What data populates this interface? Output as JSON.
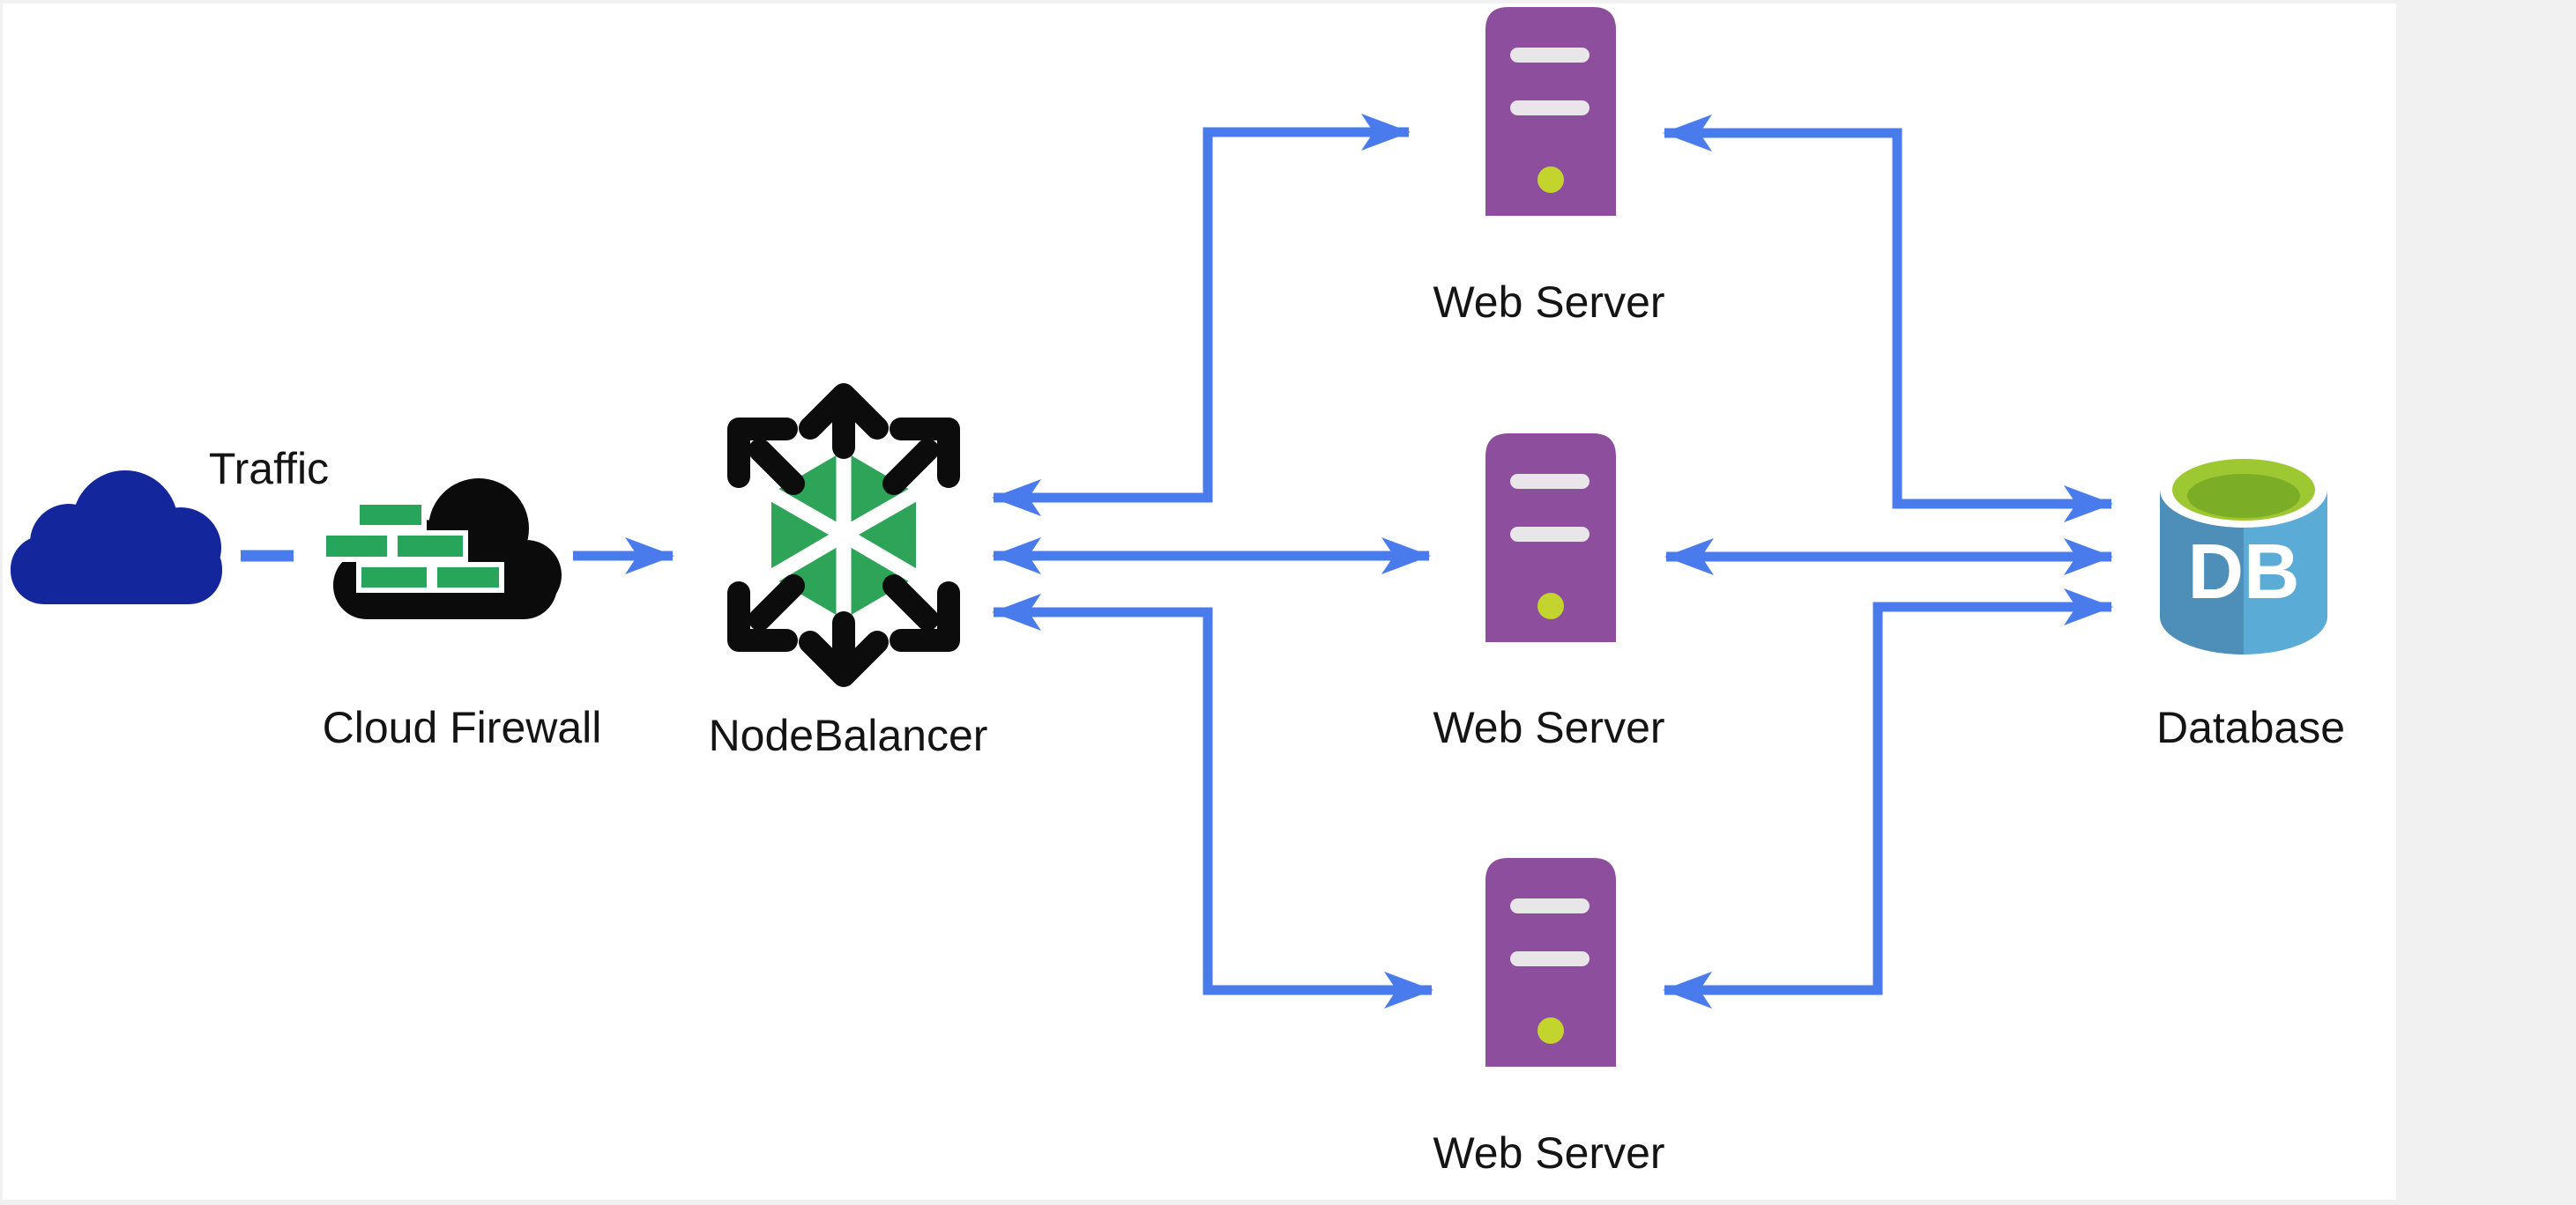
{
  "page": {
    "background": "#f1f1f2",
    "canvas_background": "#ffffff"
  },
  "diagram": {
    "nodes": {
      "traffic": {
        "label": "Traffic",
        "icon": "cloud-icon"
      },
      "cloud_firewall": {
        "label": "Cloud Firewall",
        "icon": "firewall-cloud-icon"
      },
      "nodebalancer": {
        "label": "NodeBalancer",
        "icon": "nodebalancer-icon"
      },
      "web_server_top": {
        "label": "Web Server",
        "icon": "server-icon"
      },
      "web_server_middle": {
        "label": "Web Server",
        "icon": "server-icon"
      },
      "web_server_bottom": {
        "label": "Web Server",
        "icon": "server-icon"
      },
      "database": {
        "label": "Database",
        "icon": "database-icon",
        "icon_text": "DB"
      }
    },
    "connections": [
      {
        "from": "traffic",
        "to": "cloud_firewall",
        "style": "dashed",
        "direction": "none"
      },
      {
        "from": "cloud_firewall",
        "to": "nodebalancer",
        "style": "solid",
        "direction": "forward"
      },
      {
        "from": "nodebalancer",
        "to": "web_server_top",
        "style": "solid",
        "direction": "both"
      },
      {
        "from": "nodebalancer",
        "to": "web_server_middle",
        "style": "solid",
        "direction": "both"
      },
      {
        "from": "nodebalancer",
        "to": "web_server_bottom",
        "style": "solid",
        "direction": "both"
      },
      {
        "from": "web_server_top",
        "to": "database",
        "style": "solid",
        "direction": "both"
      },
      {
        "from": "web_server_middle",
        "to": "database",
        "style": "solid",
        "direction": "both"
      },
      {
        "from": "web_server_bottom",
        "to": "database",
        "style": "solid",
        "direction": "both"
      }
    ],
    "colors": {
      "arrow_blue": "#4a7bec",
      "traffic_cloud_blue": "#14269b",
      "firewall_cloud_black": "#0b0b0b",
      "firewall_brick_green": "#27a55a",
      "nodebalancer_green": "#2da457",
      "nodebalancer_black": "#0c0c0c",
      "server_purple": "#8d4e9e",
      "server_slot_gray": "#e8e6e9",
      "server_led_green": "#c3d42f",
      "db_body_left_blue": "#4e8fba",
      "db_body_right_blue": "#5aabd6",
      "db_top_outer_green": "#9dc832",
      "db_top_inner_green": "#7cad27",
      "label_text": "#141414"
    }
  }
}
